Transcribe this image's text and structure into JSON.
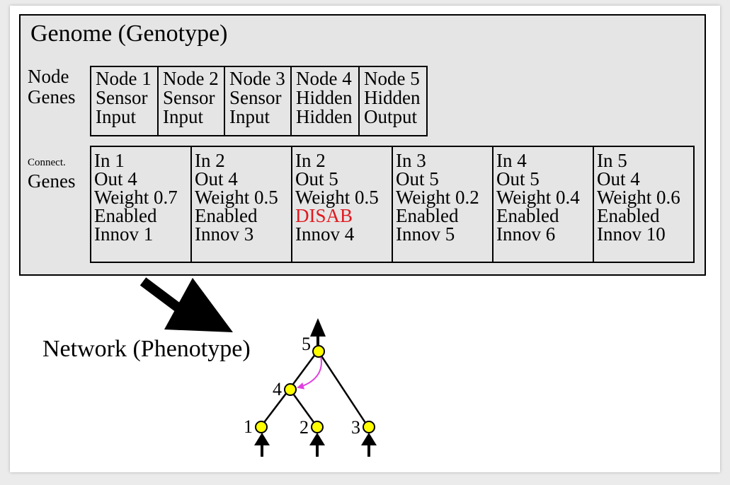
{
  "genome": {
    "title": "Genome (Genotype)",
    "node_genes_label": [
      "Node",
      "Genes"
    ],
    "conn_genes_label": [
      "Connect.",
      "Genes"
    ],
    "node_genes": [
      {
        "node": "Node 1",
        "type": "Sensor",
        "role": "Input"
      },
      {
        "node": "Node 2",
        "type": "Sensor",
        "role": "Input"
      },
      {
        "node": "Node 3",
        "type": "Sensor",
        "role": "Input"
      },
      {
        "node": "Node 4",
        "type": "Hidden",
        "role": "Hidden"
      },
      {
        "node": "Node 5",
        "type": "Hidden",
        "role": "Output"
      }
    ],
    "conn_genes": [
      {
        "in": "In 1",
        "out": "Out 4",
        "weight": "Weight 0.7",
        "status": "Enabled",
        "innov": "Innov 1"
      },
      {
        "in": "In 2",
        "out": "Out 4",
        "weight": "Weight 0.5",
        "status": "Enabled",
        "innov": "Innov 3"
      },
      {
        "in": "In 2",
        "out": "Out 5",
        "weight": "Weight 0.5",
        "status": "DISAB",
        "innov": "Innov 4"
      },
      {
        "in": "In 3",
        "out": "Out 5",
        "weight": "Weight 0.2",
        "status": "Enabled",
        "innov": "Innov 5"
      },
      {
        "in": "In 4",
        "out": "Out 5",
        "weight": "Weight 0.4",
        "status": "Enabled",
        "innov": "Innov 6"
      },
      {
        "in": "In 5",
        "out": "Out 4",
        "weight": "Weight 0.6",
        "status": "Enabled",
        "innov": "Innov 10"
      }
    ]
  },
  "network": {
    "label": "Network (Phenotype)",
    "nodes": [
      "1",
      "2",
      "3",
      "4",
      "5"
    ]
  },
  "colors": {
    "node_fill": "#ffff00",
    "recurrent_arrow": "#e040e0",
    "disabled_text": "#e1191f",
    "genome_background": "#e5e5e5"
  }
}
